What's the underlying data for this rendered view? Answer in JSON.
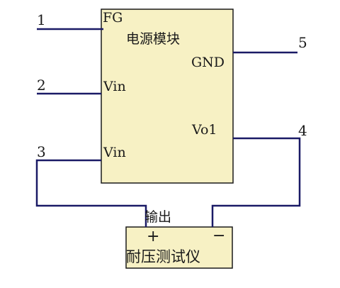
{
  "module": {
    "title": "电源模块",
    "pins": {
      "fg": "FG",
      "gnd": "GND",
      "vin_a": "Vin",
      "vo1": "Vo1",
      "vin_b": "Vin"
    }
  },
  "wire_numbers": [
    "1",
    "2",
    "3",
    "4",
    "5"
  ],
  "tester": {
    "title": "耐压测试仪",
    "output_label": "输出",
    "plus": "+",
    "minus": "−"
  },
  "colors": {
    "box_fill": "#f7f1c4",
    "box_stroke": "#1a1a1a",
    "wire": "#1a1a66"
  }
}
